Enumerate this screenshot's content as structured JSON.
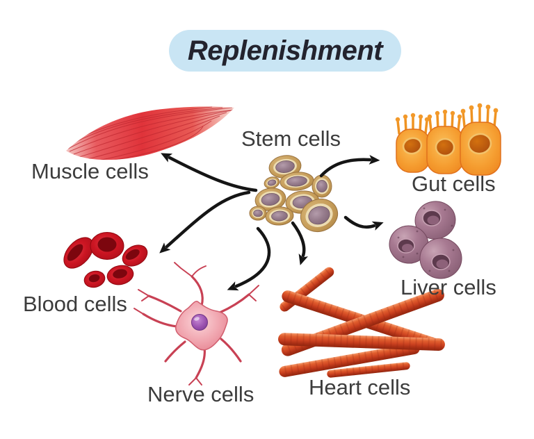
{
  "title": {
    "label": "Replenishment"
  },
  "center": {
    "label": "Stem cells"
  },
  "cells": [
    {
      "id": "muscle",
      "label": "Muscle cells"
    },
    {
      "id": "gut",
      "label": "Gut cells"
    },
    {
      "id": "blood",
      "label": "Blood cells"
    },
    {
      "id": "liver",
      "label": "Liver cells"
    },
    {
      "id": "nerve",
      "label": "Nerve cells"
    },
    {
      "id": "heart",
      "label": "Heart cells"
    }
  ],
  "colors": {
    "badge_bg": "#c9e5f4",
    "title_text": "#23232e",
    "label_text": "#3c3c3c",
    "arrow": "#151515",
    "stem_cell_tan": "#c79e5b",
    "stem_nucleus": "#8e7080",
    "muscle_red": "#e23c42",
    "gut_orange": "#f19227",
    "blood_red": "#c6121d",
    "liver_plum": "#9a6d84",
    "nerve_pink": "#ef97a1",
    "nerve_nucleus": "#9a50ae",
    "heart_fiber": "#cc4220"
  }
}
